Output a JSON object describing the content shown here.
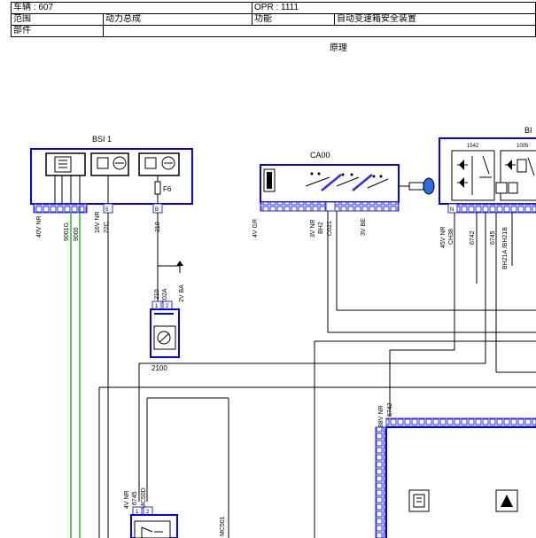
{
  "header": {
    "vehicle": "车辆 : 607",
    "opr": "OPR : 1111",
    "scope_label": "范围",
    "scope_value": "动力总成",
    "function_label": "功能",
    "function_value": "自动变速箱安全装置",
    "part_label": "部件",
    "part_value": ""
  },
  "subtitle": "原理",
  "components": {
    "bsi": {
      "title": "BSI 1",
      "fuse": "F6"
    },
    "ca00": {
      "title": "CA00"
    },
    "right_box": {
      "title": "BI",
      "relay1": "1542",
      "relay2": "1005"
    },
    "c2100": {
      "title": "2100"
    }
  },
  "connectors": {
    "bsi_40v": "40V NR",
    "bsi_wire1": "9001G",
    "bsi_wire2": "9000",
    "bsi_16v": "16V NR",
    "bsi_22c": "22C",
    "bsi_210": "210",
    "c2100_a": "210",
    "c2100_b": "C02A",
    "c2100_c": "2V BA",
    "ca00_4v": "4V GR",
    "ca00_3vnr": "3V NR",
    "ca00_bh2": "BH2",
    "ca00_c021": "C021",
    "ca00_3vbe": "3V BE",
    "right_45v": "45V NR",
    "right_ch": "CH38",
    "right_6742": "6742",
    "right_6745": "6745",
    "right_bh21": "BH21A /BH21B",
    "lower_88v": "88V NR",
    "lower_6742": "6742",
    "lower_4v": "4V NR",
    "lower_6745": "6745",
    "lower_mc50": "MC50D",
    "lower_mc501": "MC501"
  },
  "pins": {
    "one": "1",
    "two": "2",
    "three": "3",
    "five": "5",
    "b": "B",
    "n": "N"
  }
}
